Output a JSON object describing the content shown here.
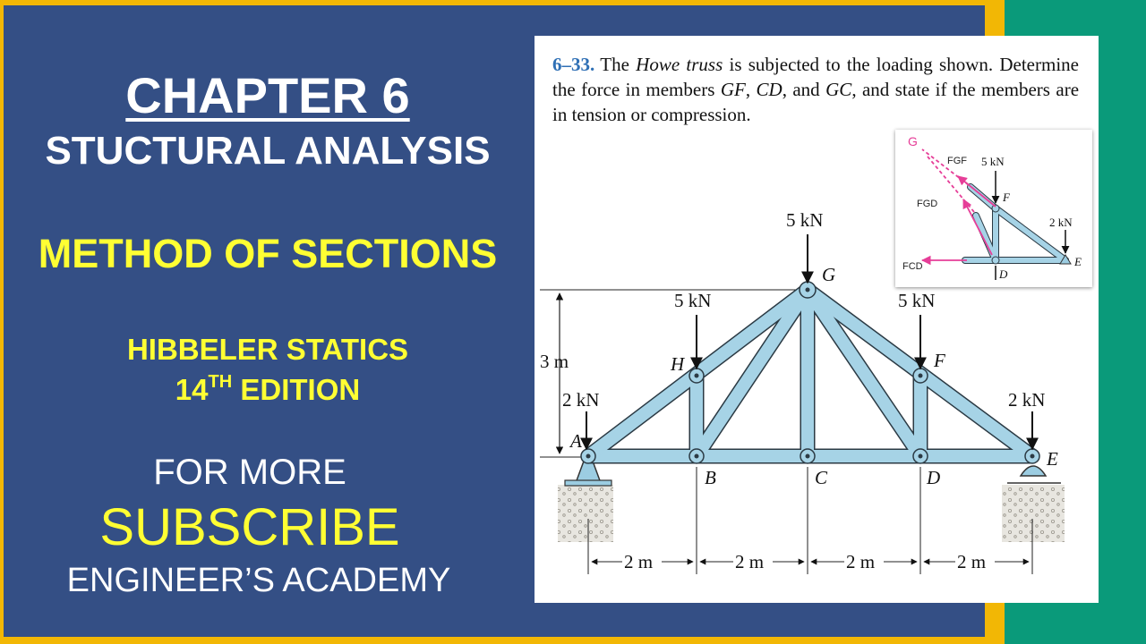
{
  "left": {
    "chapter": "CHAPTER 6",
    "subtitle": "STUCTURAL ANALYSIS",
    "method": "METHOD OF SECTIONS",
    "book_line1": "HIBBELER STATICS",
    "book_edition_num": "14",
    "book_edition_sup": "TH",
    "book_edition_word": "EDITION",
    "for_more": "FOR MORE",
    "subscribe": "SUBSCRIBE",
    "channel": "ENGINEER’S ACADEMY"
  },
  "problem": {
    "number": "6–33.",
    "text_1": "The ",
    "truss_name": "Howe truss",
    "text_2": " is subjected to the loading shown. Determine the force in members ",
    "m1": "GF",
    "sep1": ", ",
    "m2": "CD",
    "sep2": ", and ",
    "m3": "GC",
    "text_3": ", and state if the members are in tension or compression."
  },
  "figure": {
    "loads": {
      "g": "5 kN",
      "h": "5 kN",
      "f": "5 kN",
      "a": "2 kN",
      "e": "2 kN"
    },
    "joints": {
      "a": "A",
      "b": "B",
      "c": "C",
      "d": "D",
      "e": "E",
      "f": "F",
      "g": "G",
      "h": "H"
    },
    "height_label": "3 m",
    "spans": [
      "2 m",
      "2 m",
      "2 m",
      "2 m"
    ]
  },
  "inset": {
    "g_label": "G",
    "fgf_label": "FGF",
    "fgd_label": "FGD",
    "fcd_label": "FCD",
    "load_f": "5 kN",
    "load_e": "2 kN",
    "f": "F",
    "d": "D",
    "e": "E"
  },
  "colors": {
    "panel_blue": "#344F85",
    "accent_yellow": "#FFFF33",
    "frame_gold": "#F2B705",
    "green_band": "#0A9A7A",
    "member_fill": "#A6D3E6",
    "annotation_pink": "#E63E98"
  }
}
